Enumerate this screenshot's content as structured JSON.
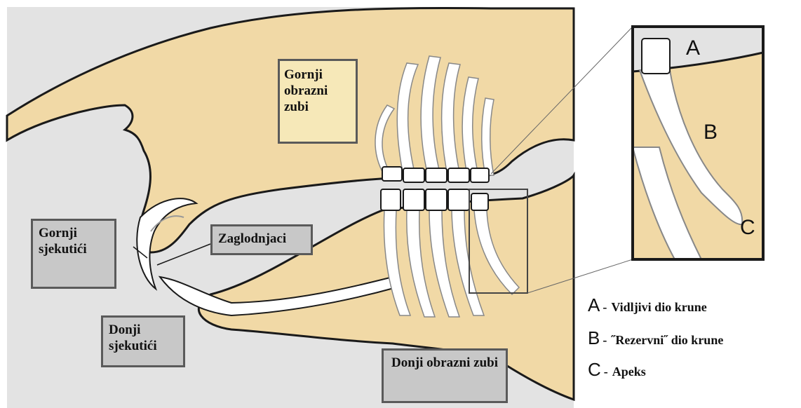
{
  "labels": {
    "gornji_obrazni_zubi": "Gornji obrazni zubi",
    "gornji_sjekutici": "Gornji sjekutići",
    "zaglodnjaci": "Zaglodnjaci",
    "donji_sjekutici": "Donji sjekutići",
    "donji_obrazni_zubi": "Donji obrazni zubi"
  },
  "inset_letters": {
    "a": "A",
    "b": "B",
    "c": "C"
  },
  "legend": [
    {
      "letter": "A",
      "dash": "-",
      "text": "Vidljivi dio krune"
    },
    {
      "letter": "B",
      "dash": "-",
      "text": "˝Rezervni˝ dio krune"
    },
    {
      "letter": "C",
      "dash": "-",
      "text": "Apeks"
    }
  ],
  "colors": {
    "background": "#e3e3e3",
    "bone": "#f1d9a6",
    "tooth": "#ffffff",
    "outline": "#1a1a1a",
    "grey_box": "#c8c8c8",
    "cream_box": "#f6e8b8"
  }
}
